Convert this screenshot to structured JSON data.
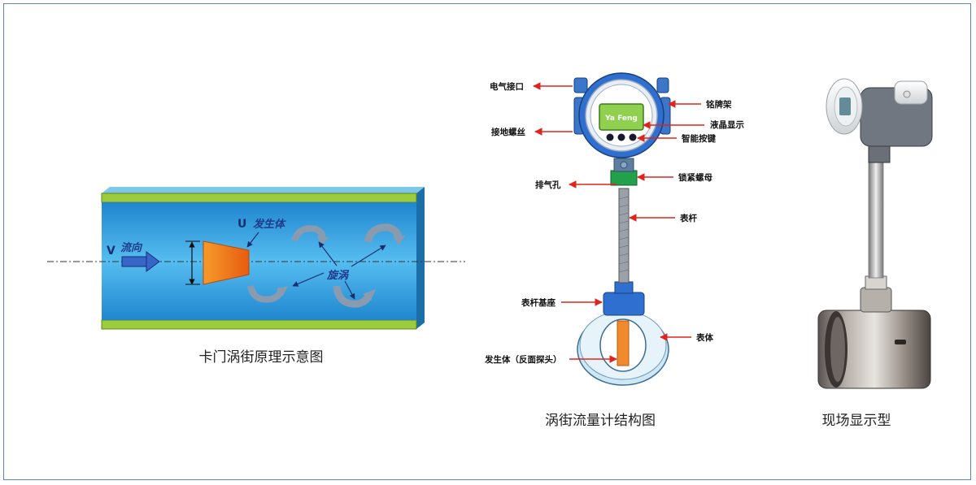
{
  "panels": {
    "principle": {
      "caption": "卡门涡街原理示意图",
      "v_label": "V",
      "flow_text": "流向",
      "u_label": "U",
      "generator_text": "发生体",
      "vortex_text": "旋涡"
    },
    "structure": {
      "caption": "涡街流量计结构图",
      "display_text": "Ya Feng",
      "labels": {
        "electrical": "电气接口",
        "nameplate": "铭牌架",
        "lcd": "液晶显示",
        "ground_screw": "接地螺丝",
        "smart_buttons": "智能按键",
        "lock_nut": "锁紧螺母",
        "vent": "排气孔",
        "rod": "表杆",
        "rod_base": "表杆基座",
        "body": "表体",
        "generator": "发生体（反面探头）"
      }
    },
    "photo": {
      "caption": "现场显示型"
    }
  },
  "colors": {
    "frame": "#5a87b8",
    "pipe_blue": "#3aa6e0",
    "pipe_green": "#9ccc3c",
    "bluff_orange": "#f07a1a",
    "arrow_red": "#e0241b",
    "lcd_green": "#8fd14f",
    "housing_blue": "#2f6fd0"
  }
}
